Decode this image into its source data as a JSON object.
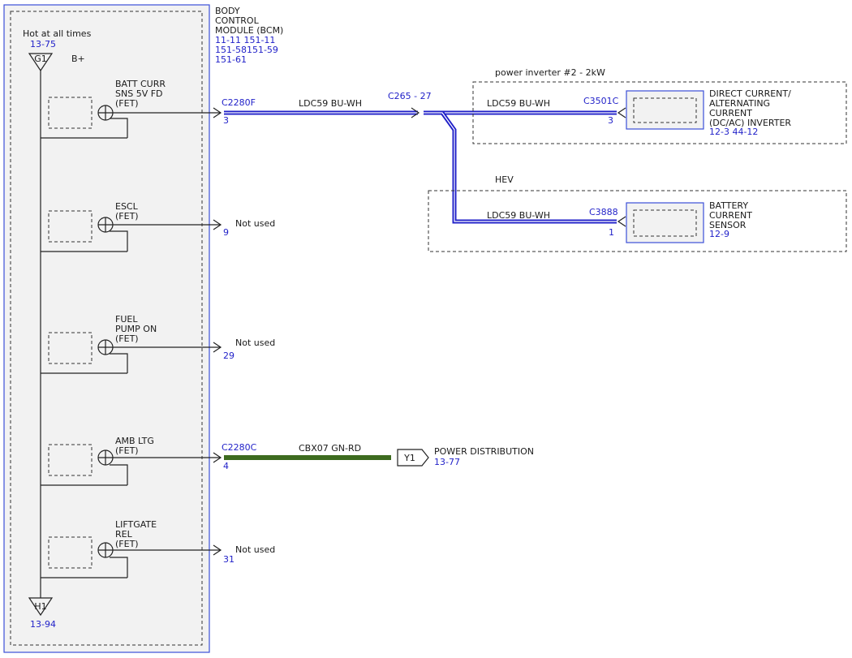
{
  "bcm": {
    "title_lines": [
      "BODY",
      "CONTROL",
      "MODULE (BCM)"
    ],
    "refs": [
      "11-11  151-11",
      "151-58151-59",
      "151-61"
    ],
    "power_label": "Hot at all times",
    "power_ref": "13-75",
    "g1_label": "G1",
    "bplus": "B+",
    "h1_label": "H1",
    "h1_ref": "13-94"
  },
  "fets": [
    {
      "lines": [
        "BATT CURR",
        "SNS 5V FD",
        "(FET)"
      ],
      "pin": "3",
      "connector": "C2280F"
    },
    {
      "lines": [
        "ESCL",
        "(FET)"
      ],
      "pin": "9",
      "status": "Not used"
    },
    {
      "lines": [
        "FUEL",
        "PUMP ON",
        "(FET)"
      ],
      "pin": "29",
      "status": "Not used"
    },
    {
      "lines": [
        "AMB LTG",
        "(FET)"
      ],
      "pin": "4",
      "connector": "C2280C"
    },
    {
      "lines": [
        "LIFTGATE",
        "REL",
        "(FET)"
      ],
      "pin": "31",
      "status": "Not used"
    }
  ],
  "wires": {
    "main_label": "LDC59  BU-WH",
    "splice_label": "C265 -  27",
    "inverter_label": "LDC59  BU-WH",
    "sensor_label": "LDC59  BU-WH",
    "cbx_label": "CBX07  GN-RD"
  },
  "inverter": {
    "box_label": "power inverter #2 - 2kW",
    "connector": "C3501C",
    "pin": "3",
    "lines": [
      "DIRECT CURRENT/",
      "ALTERNATING",
      "CURRENT",
      "(DC/AC) INVERTER"
    ],
    "refs": "12-3  44-12"
  },
  "hev": {
    "box_label": "HEV",
    "connector": "C3888",
    "pin": "1",
    "lines": [
      "BATTERY",
      "CURRENT",
      "SENSOR"
    ],
    "refs": "12-9"
  },
  "power_dist": {
    "tag": "Y1",
    "label": "POWER DISTRIBUTION",
    "ref": "13-77"
  },
  "colors": {
    "blue_wire": "#1f1fc8",
    "green_wire": "#3d6b1f",
    "module_fill": "#f2f2f2",
    "border_blue": "#3b4fd8"
  }
}
